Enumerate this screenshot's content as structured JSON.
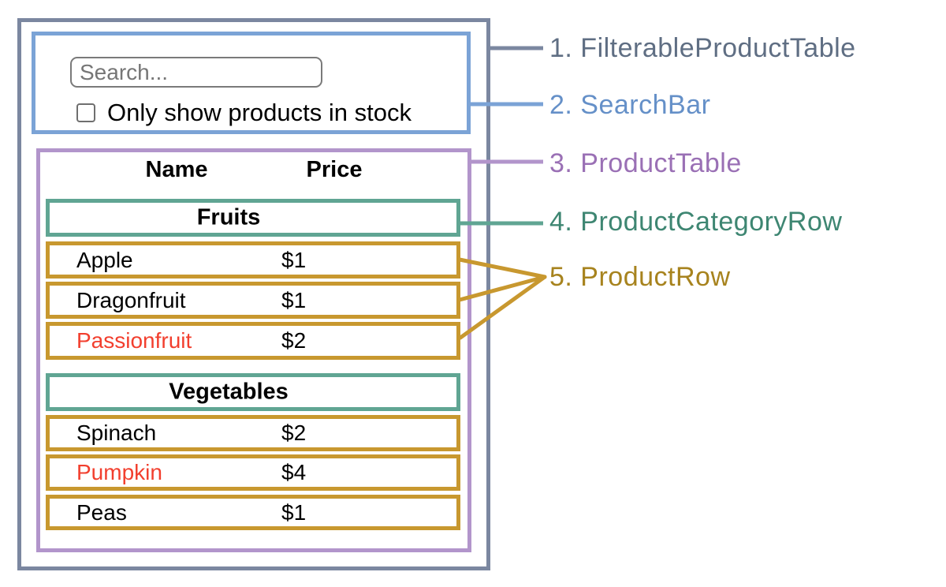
{
  "colors": {
    "slate": "#7b87a0",
    "blue": "#7ba3d6",
    "purple": "#b295cb",
    "teal": "#60a593",
    "gold": "#c8982f",
    "label_slate": "#5f6e83",
    "label_blue": "#6590c8",
    "label_purple": "#9a70b5",
    "label_teal": "#3e8672",
    "label_gold": "#a7831e",
    "red": "#f23f2e",
    "input_border": "#7a7a7a",
    "muted": "#767676"
  },
  "search_bar": {
    "placeholder": "Search...",
    "checkbox_label": "Only show products in stock",
    "checkbox_checked": false
  },
  "product_table": {
    "headers": [
      "Name",
      "Price"
    ],
    "sections": [
      {
        "category": "Fruits",
        "rows": [
          {
            "name": "Apple",
            "price": "$1",
            "out_of_stock": false
          },
          {
            "name": "Dragonfruit",
            "price": "$1",
            "out_of_stock": false
          },
          {
            "name": "Passionfruit",
            "price": "$2",
            "out_of_stock": true
          }
        ]
      },
      {
        "category": "Vegetables",
        "rows": [
          {
            "name": "Spinach",
            "price": "$2",
            "out_of_stock": false
          },
          {
            "name": "Pumpkin",
            "price": "$4",
            "out_of_stock": true
          },
          {
            "name": "Peas",
            "price": "$1",
            "out_of_stock": false
          }
        ]
      }
    ]
  },
  "annotations": [
    {
      "text": "1. FilterableProductTable",
      "color_key": "label_slate"
    },
    {
      "text": "2. SearchBar",
      "color_key": "label_blue"
    },
    {
      "text": "3. ProductTable",
      "color_key": "label_purple"
    },
    {
      "text": "4. ProductCategoryRow",
      "color_key": "label_teal"
    },
    {
      "text": "5. ProductRow",
      "color_key": "label_gold"
    }
  ]
}
